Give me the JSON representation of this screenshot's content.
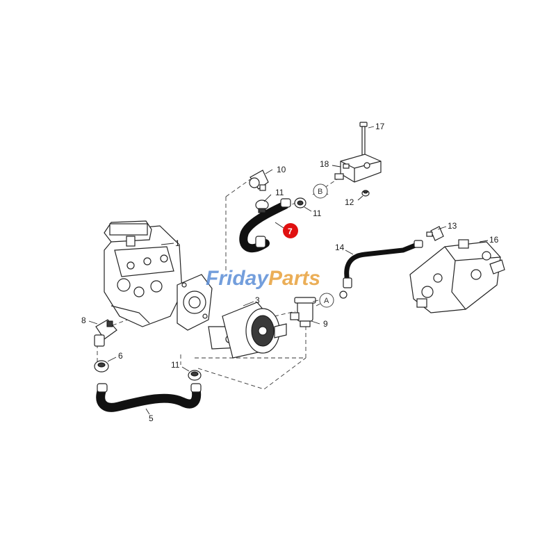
{
  "watermark": {
    "text_a": "Friday",
    "text_b": "Parts",
    "color_a": "#5b8ed6",
    "color_b": "#e8a13a"
  },
  "callouts": {
    "c1": "1",
    "c3": "3",
    "c5": "5",
    "c6": "6",
    "c7": "7",
    "c8": "8",
    "c9": "9",
    "c10": "10",
    "c11a": "11",
    "c11b": "11",
    "c11c": "11",
    "c12": "12",
    "c13": "13",
    "c14": "14",
    "c16": "16",
    "c17": "17",
    "c18": "18"
  },
  "circle_refs": {
    "a": "A",
    "b": "B"
  },
  "highlight_color": "#e01010"
}
